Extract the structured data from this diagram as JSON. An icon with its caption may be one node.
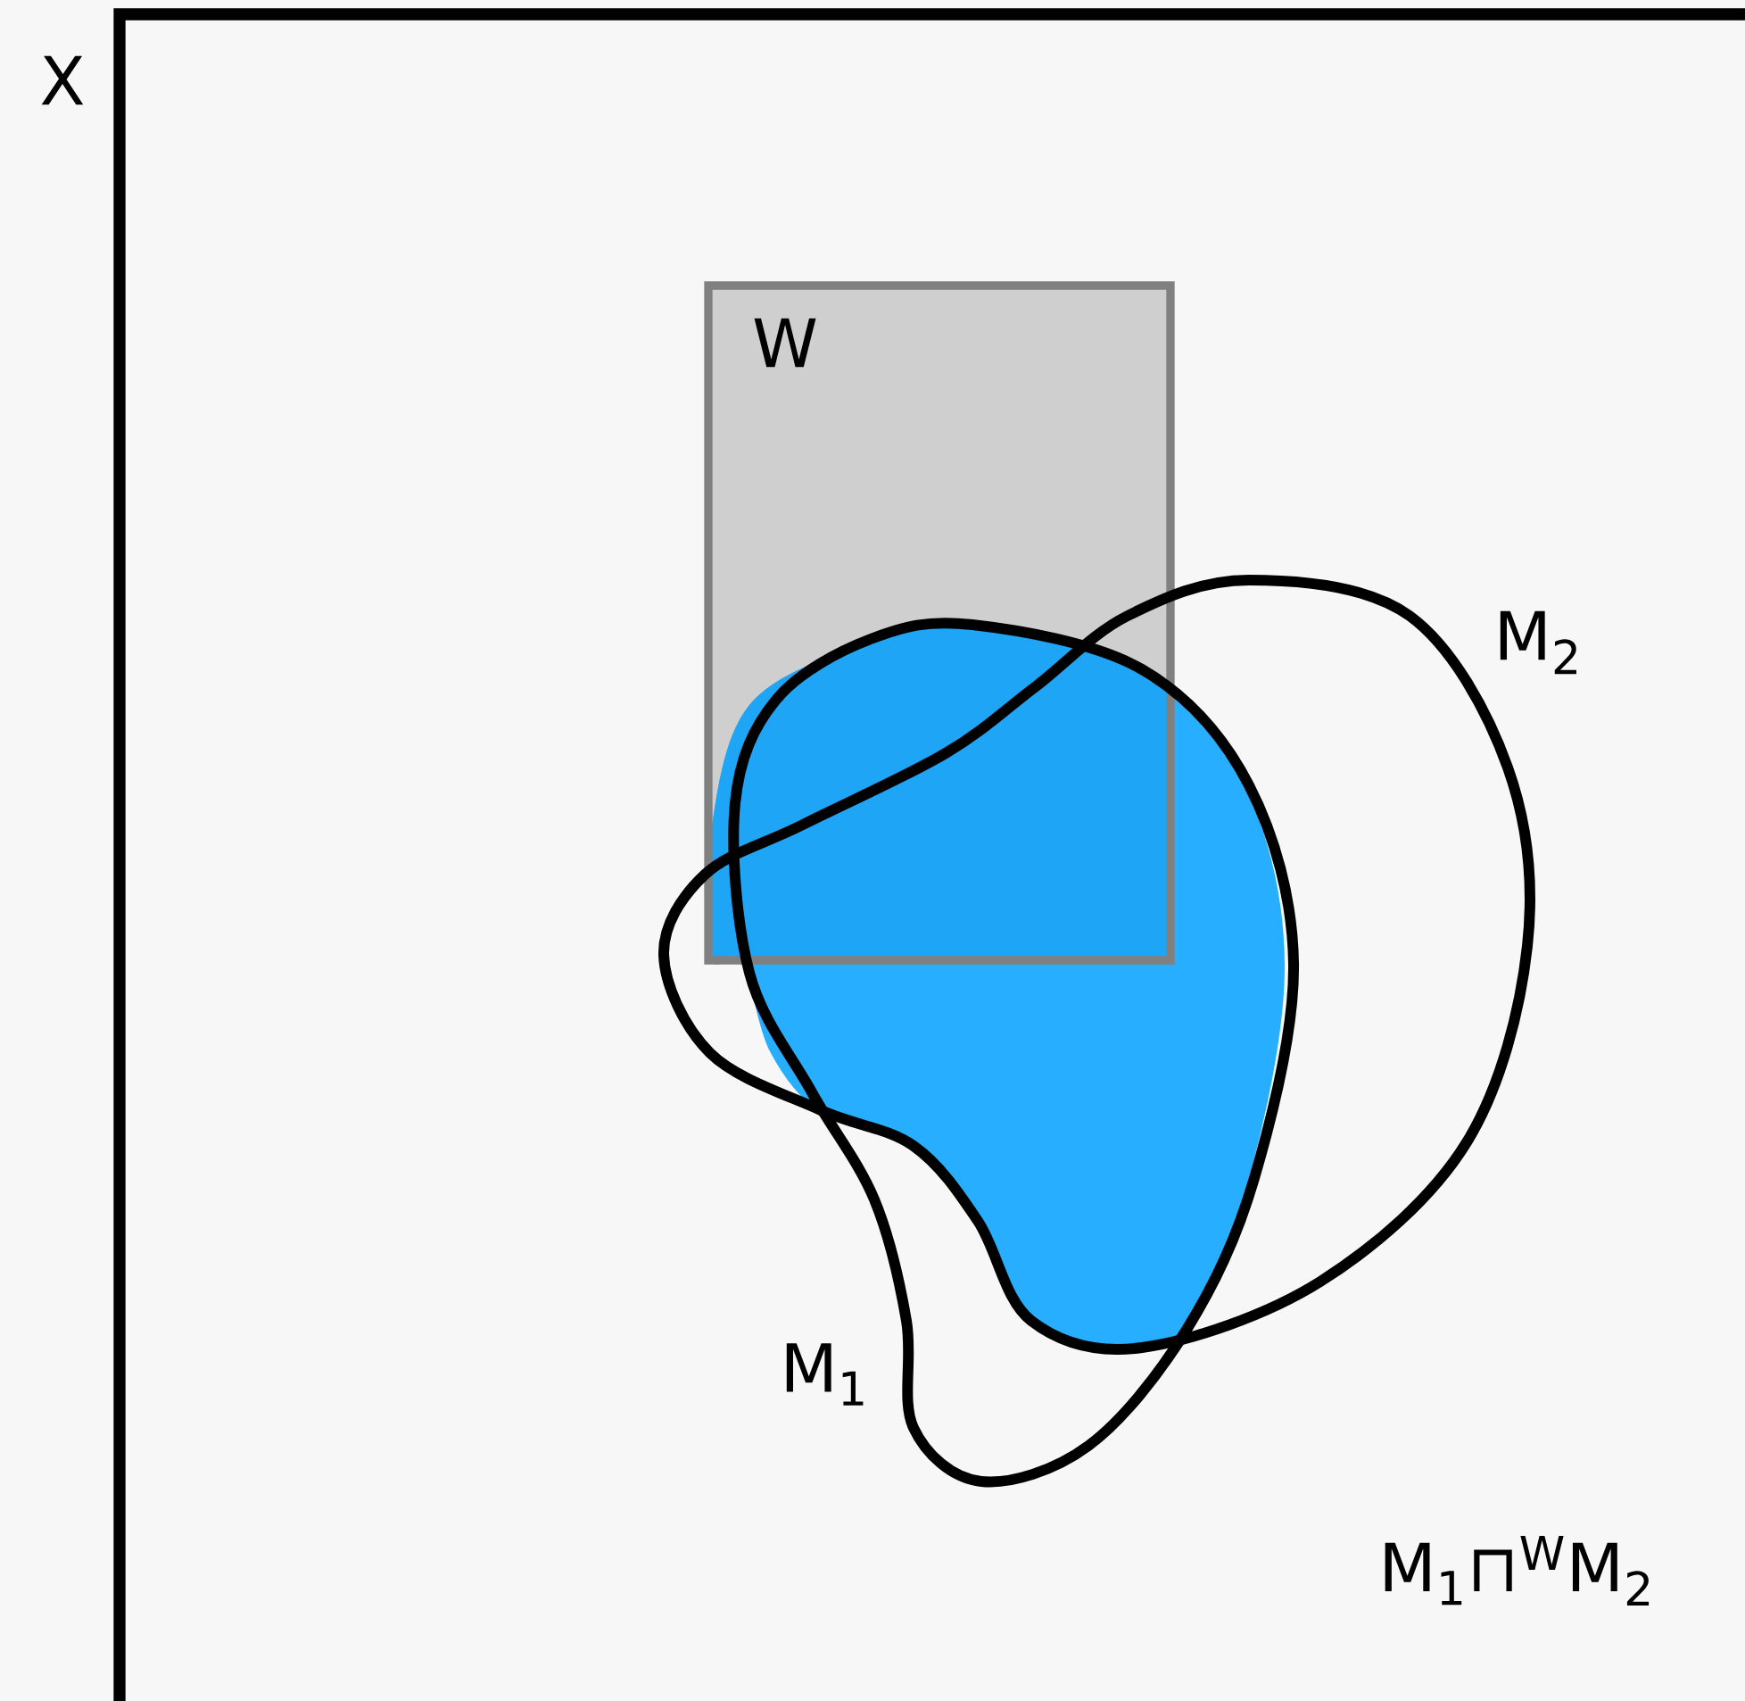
{
  "diagram": {
    "nodes": [
      {
        "text": [
          "X"
        ]
      },
      {
        "text": [
          "W"
        ],
        "in": 0
      },
      {
        "text": [
          "M$_{1}$"
        ],
        "in": 0
      },
      {
        "text": [
          "M$_{2}$"
        ],
        "in": 0
      }
    ],
    "labels": [
      "M$_{1}$⊓$^{W}$M$_{2}$"
    ]
  }
}
